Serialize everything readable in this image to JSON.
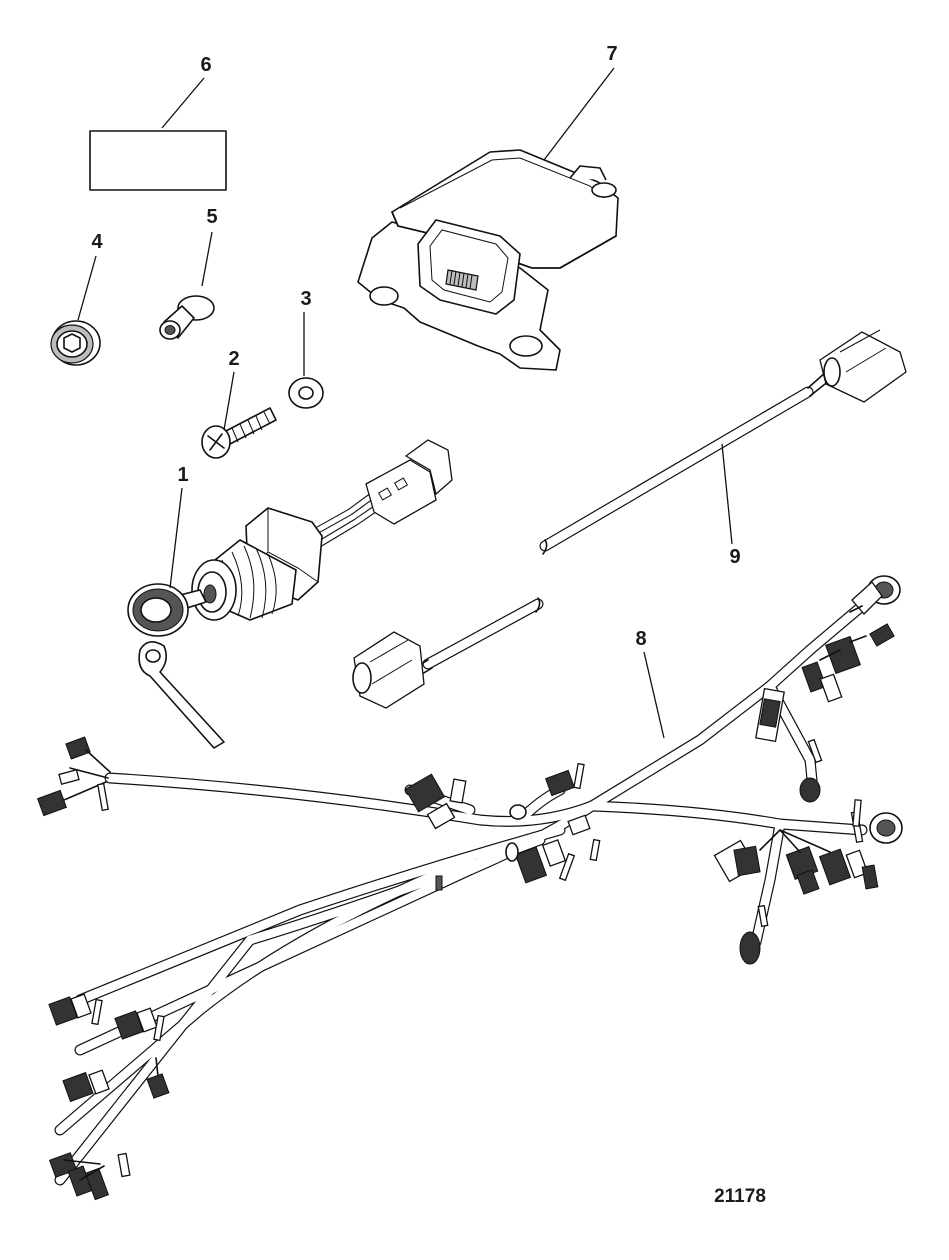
{
  "figure": {
    "number": "21178"
  },
  "callouts": [
    {
      "id": "1",
      "label": "1"
    },
    {
      "id": "2",
      "label": "2"
    },
    {
      "id": "3",
      "label": "3"
    },
    {
      "id": "4",
      "label": "4"
    },
    {
      "id": "5",
      "label": "5"
    },
    {
      "id": "6",
      "label": "6"
    },
    {
      "id": "7",
      "label": "7"
    },
    {
      "id": "8",
      "label": "8"
    },
    {
      "id": "9",
      "label": "9"
    }
  ],
  "colors": {
    "line": "#111111",
    "background": "#ffffff",
    "shade": "#bdbdbd"
  }
}
